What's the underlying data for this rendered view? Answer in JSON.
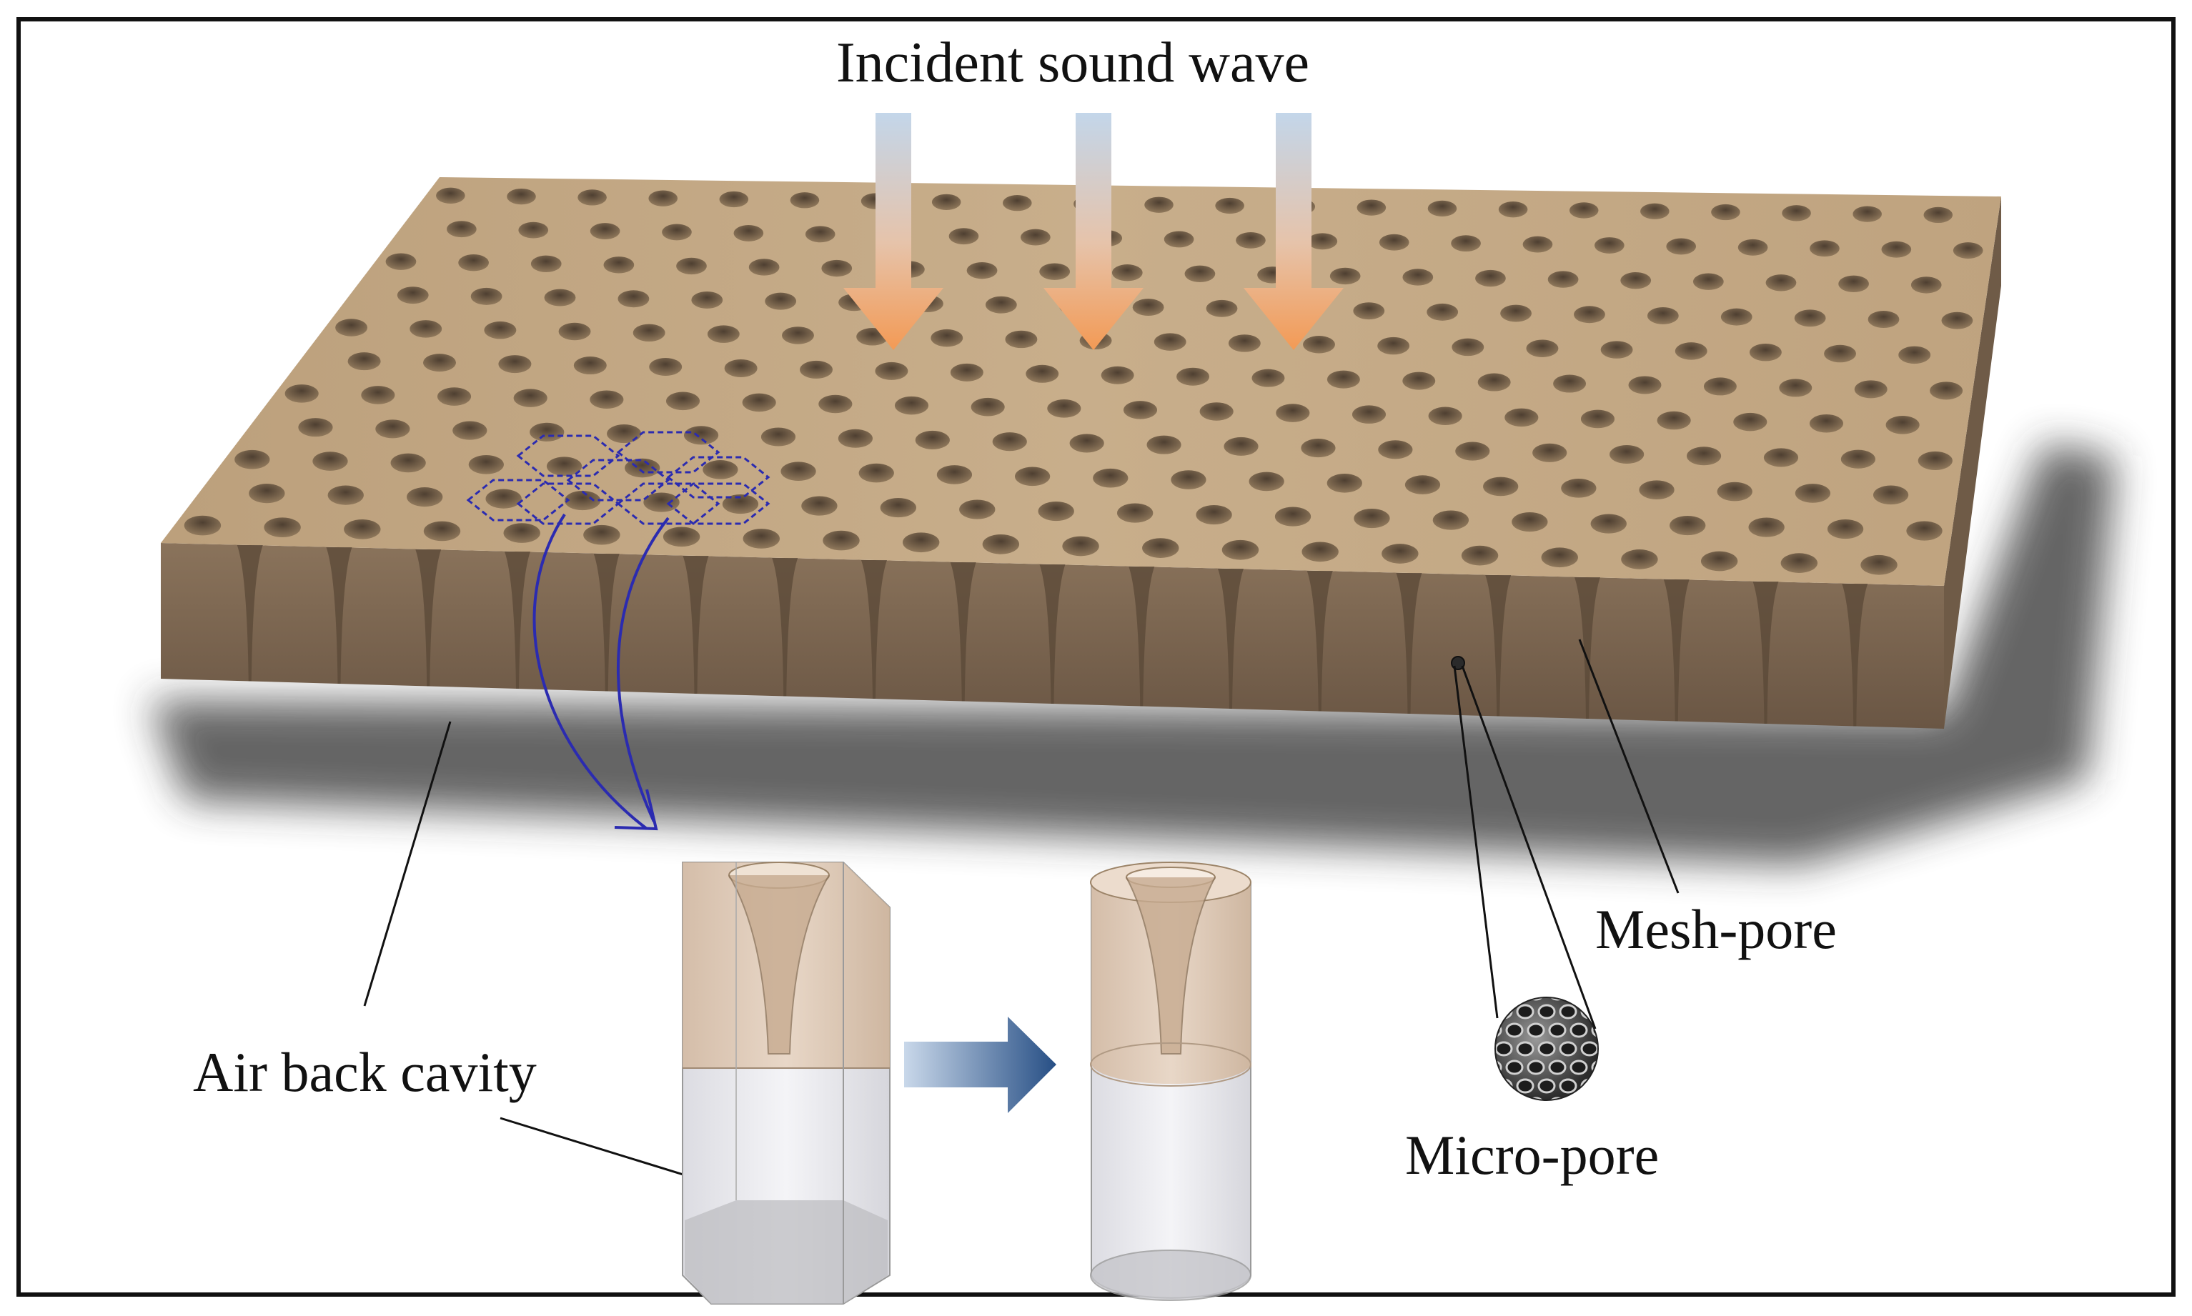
{
  "labels": {
    "incident_sound_wave": "Incident sound wave",
    "mesh_pore": "Mesh-pore",
    "micro_pore": "Micro-pore",
    "air_back_cavity": "Air back cavity"
  },
  "colors": {
    "plate_top": "#c4aa86",
    "plate_front": "#7a6550",
    "pore_dark": "#5e4c3a",
    "shadow": "#3a3a3a",
    "arrow_top": "#b9cfe6",
    "arrow_bottom": "#f2a063",
    "hex_outline": "#2b2bb0",
    "transform_arrow": "#2f5a8f",
    "unit_cell_tan": "#d8bfa6",
    "unit_cell_clear": "#e6e6ea"
  }
}
